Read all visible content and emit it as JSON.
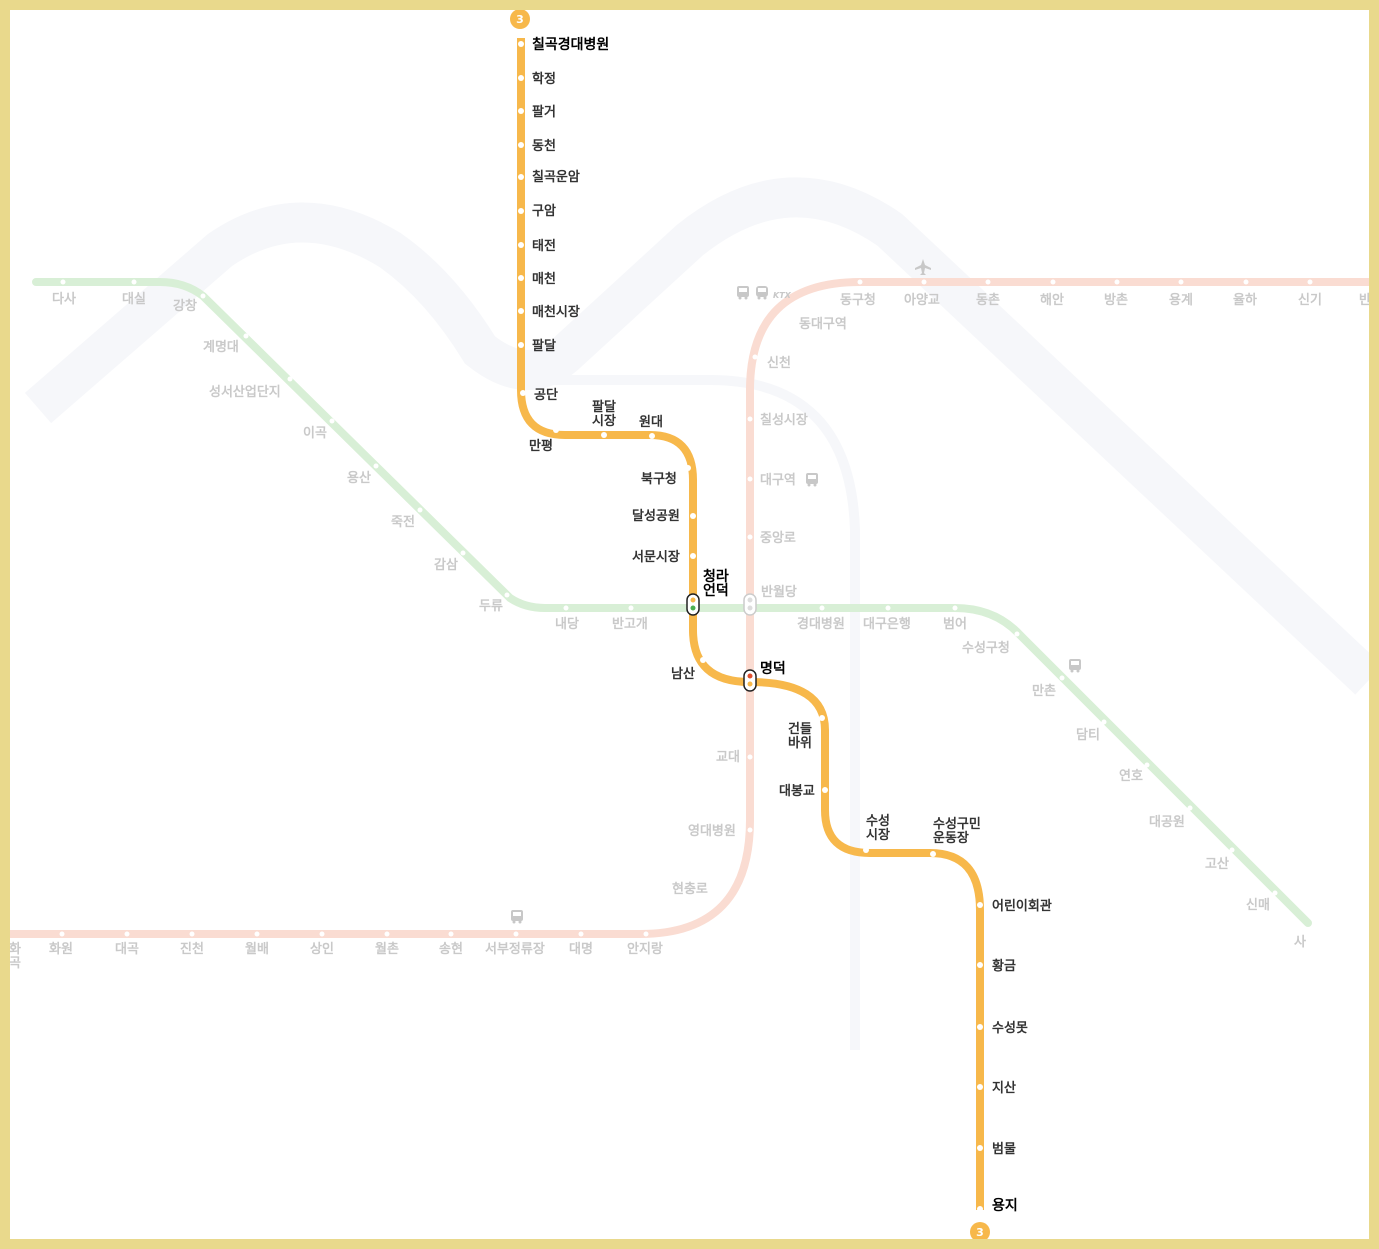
{
  "line3": {
    "badge": "3",
    "color": "#f7b84b",
    "stations": [
      {
        "name": "칠곡경대병원",
        "terminal": true
      },
      {
        "name": "학정"
      },
      {
        "name": "팔거"
      },
      {
        "name": "동천"
      },
      {
        "name": "칠곡운암"
      },
      {
        "name": "구암"
      },
      {
        "name": "태전"
      },
      {
        "name": "매천"
      },
      {
        "name": "매천시장"
      },
      {
        "name": "팔달"
      },
      {
        "name": "공단"
      },
      {
        "name": "만평"
      },
      {
        "name": "팔달시장"
      },
      {
        "name": "원대"
      },
      {
        "name": "북구청"
      },
      {
        "name": "달성공원"
      },
      {
        "name": "서문시장"
      },
      {
        "name": "청라언덕",
        "transfer": true
      },
      {
        "name": "남산"
      },
      {
        "name": "명덕",
        "transfer": true
      },
      {
        "name": "건들바위"
      },
      {
        "name": "대봉교"
      },
      {
        "name": "수성시장"
      },
      {
        "name": "수성구민운동장"
      },
      {
        "name": "어린이회관"
      },
      {
        "name": "황금"
      },
      {
        "name": "수성못"
      },
      {
        "name": "지산"
      },
      {
        "name": "범물"
      },
      {
        "name": "용지",
        "terminal": true
      }
    ]
  },
  "line1": {
    "color": "#fadcd2",
    "stations": [
      "화원",
      "대곡",
      "진천",
      "월배",
      "상인",
      "월촌",
      "송현",
      "서부정류장",
      "대명",
      "안지랑",
      "현충로",
      "영대병원",
      "교대",
      "명덕",
      "반월당",
      "중앙로",
      "대구역",
      "칠성시장",
      "신천",
      "동대구역",
      "동구청",
      "아양교",
      "동촌",
      "해안",
      "방촌",
      "용계",
      "율하",
      "신기",
      "반"
    ],
    "edge_labels": [
      "화곡"
    ]
  },
  "line2": {
    "color": "#d8efd6",
    "stations": [
      "다사",
      "대실",
      "강창",
      "계명대",
      "성서산업단지",
      "이곡",
      "용산",
      "죽전",
      "감삼",
      "두류",
      "내당",
      "반고개",
      "청라언덕",
      "반월당",
      "경대병원",
      "대구은행",
      "범어",
      "수성구청",
      "만촌",
      "담티",
      "연호",
      "대공원",
      "고산",
      "신매",
      "사"
    ]
  },
  "icons": [
    "airport-icon",
    "bus-icon",
    "train-icon",
    "ktx-icon"
  ],
  "ktx_label": "KTX"
}
